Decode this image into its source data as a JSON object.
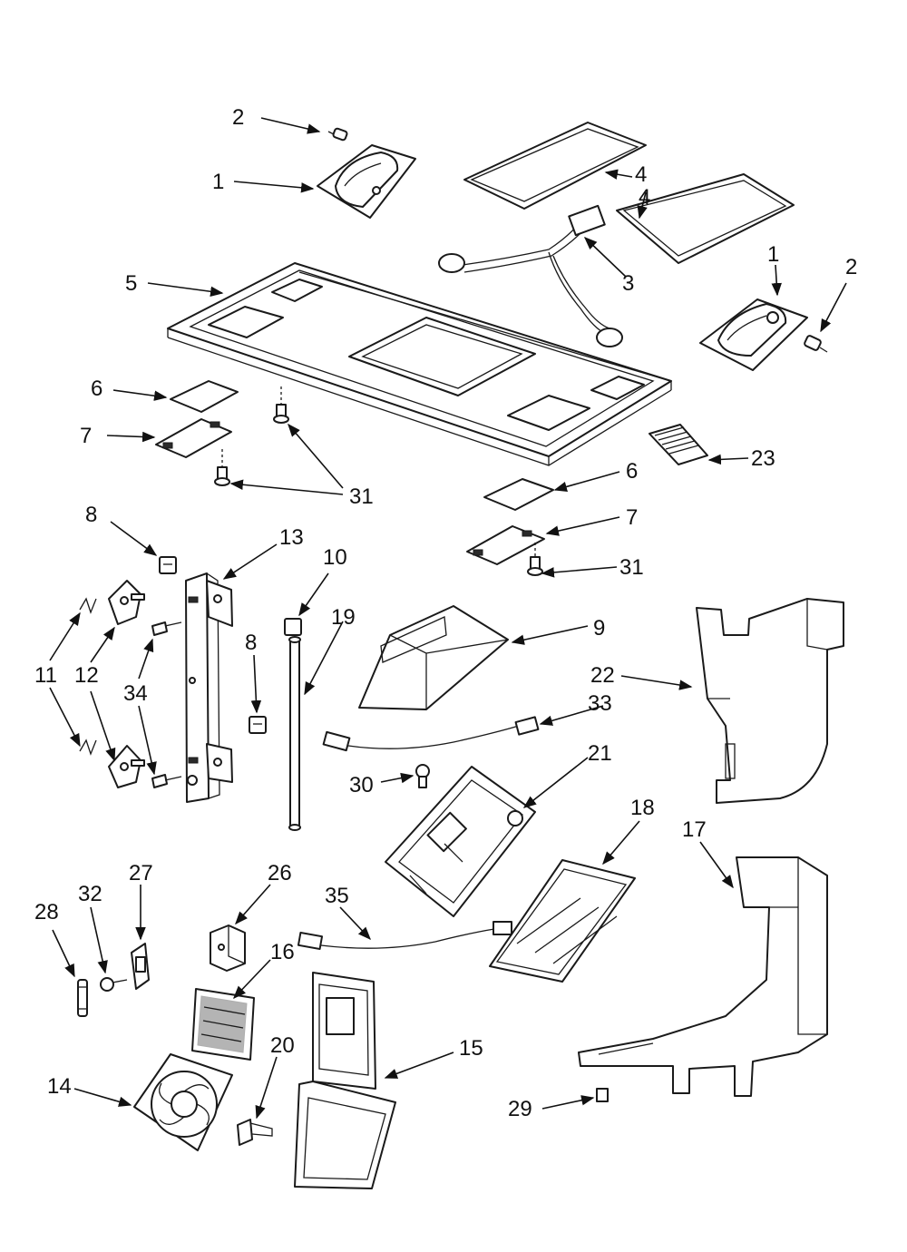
{
  "callouts": [
    {
      "id": "c2a",
      "label": "2"
    },
    {
      "id": "c1a",
      "label": "1"
    },
    {
      "id": "c4a",
      "label": "4"
    },
    {
      "id": "c4b",
      "label": "4"
    },
    {
      "id": "c3",
      "label": "3"
    },
    {
      "id": "c5",
      "label": "5"
    },
    {
      "id": "c1b",
      "label": "1"
    },
    {
      "id": "c2b",
      "label": "2"
    },
    {
      "id": "c6a",
      "label": "6"
    },
    {
      "id": "c7a",
      "label": "7"
    },
    {
      "id": "c31a",
      "label": "31"
    },
    {
      "id": "c23",
      "label": "23"
    },
    {
      "id": "c6b",
      "label": "6"
    },
    {
      "id": "c7b",
      "label": "7"
    },
    {
      "id": "c31b",
      "label": "31"
    },
    {
      "id": "c8a",
      "label": "8"
    },
    {
      "id": "c13",
      "label": "13"
    },
    {
      "id": "c10",
      "label": "10"
    },
    {
      "id": "c19",
      "label": "19"
    },
    {
      "id": "c9",
      "label": "9"
    },
    {
      "id": "c11",
      "label": "11"
    },
    {
      "id": "c12",
      "label": "12"
    },
    {
      "id": "c34",
      "label": "34"
    },
    {
      "id": "c8b",
      "label": "8"
    },
    {
      "id": "c22",
      "label": "22"
    },
    {
      "id": "c33",
      "label": "33"
    },
    {
      "id": "c21",
      "label": "21"
    },
    {
      "id": "c30",
      "label": "30"
    },
    {
      "id": "c18",
      "label": "18"
    },
    {
      "id": "c17",
      "label": "17"
    },
    {
      "id": "c27",
      "label": "27"
    },
    {
      "id": "c26",
      "label": "26"
    },
    {
      "id": "c28",
      "label": "28"
    },
    {
      "id": "c32",
      "label": "32"
    },
    {
      "id": "c35",
      "label": "35"
    },
    {
      "id": "c16",
      "label": "16"
    },
    {
      "id": "c20",
      "label": "20"
    },
    {
      "id": "c15",
      "label": "15"
    },
    {
      "id": "c14",
      "label": "14"
    },
    {
      "id": "c29",
      "label": "29"
    }
  ]
}
